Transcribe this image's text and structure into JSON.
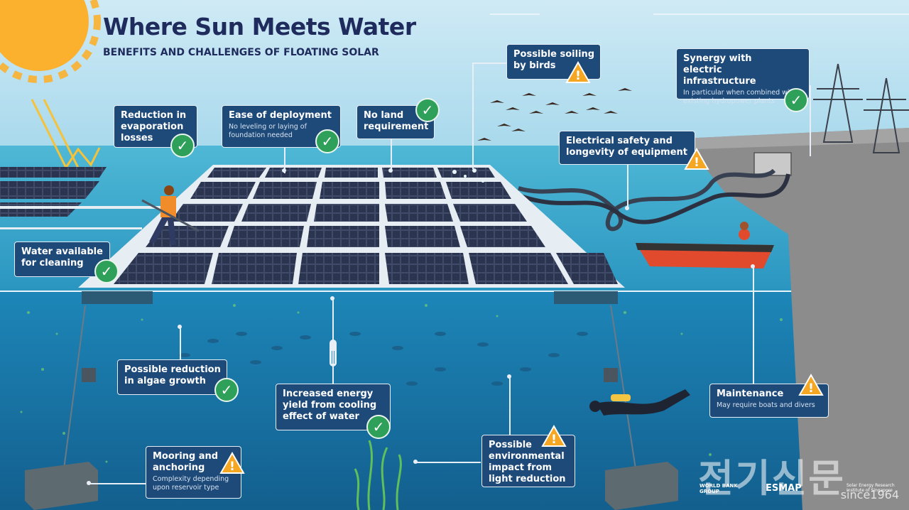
{
  "title": "Where Sun Meets Water",
  "subtitle": "BENEFITS AND CHALLENGES OF FLOATING SOLAR",
  "callouts": {
    "evaporation": {
      "heading": "Reduction in evaporation losses",
      "type": "benefit"
    },
    "deployment": {
      "heading": "Ease of deployment",
      "sub": "No leveling or laying of foundation needed",
      "type": "benefit"
    },
    "land": {
      "heading": "No land requirement",
      "type": "benefit"
    },
    "soiling": {
      "heading": "Possible soiling by birds",
      "type": "challenge"
    },
    "synergy": {
      "heading": "Synergy with electric infrastructure",
      "sub": "In particular when combined with existing hydropower plants",
      "type": "benefit"
    },
    "electrical": {
      "heading": "Electrical safety and longevity of equipment",
      "type": "challenge"
    },
    "cleaning": {
      "heading": "Water available for cleaning",
      "type": "benefit"
    },
    "algae": {
      "heading": "Possible reduction in algae growth",
      "type": "benefit"
    },
    "cooling": {
      "heading": "Increased energy yield from cooling effect of water",
      "type": "benefit"
    },
    "maintenance": {
      "heading": "Maintenance",
      "sub": "May require boats and divers",
      "type": "challenge"
    },
    "mooring": {
      "heading": "Mooring and anchoring",
      "sub": "Complexity depending upon reservoir type",
      "type": "challenge"
    },
    "environmental": {
      "heading": "Possible environmental impact from light reduction",
      "type": "challenge"
    }
  },
  "icons": {
    "benefit": "check-icon",
    "challenge": "warning-icon"
  },
  "colors": {
    "sky": "#bfe3f1",
    "water": "#1a7fb0",
    "deep": "#14608f",
    "box": "#1e4a7a",
    "check": "#2fa05a",
    "warning": "#f5a623",
    "title": "#1e2b5c",
    "sun": "#fbb02e"
  },
  "logos": {
    "world_bank": "WORLD BANK GROUP",
    "esmap": "ESMAP",
    "seris": "Solar Energy Research Institute of Singapore"
  },
  "watermark": {
    "text": "전기신문",
    "since": "since1964"
  }
}
